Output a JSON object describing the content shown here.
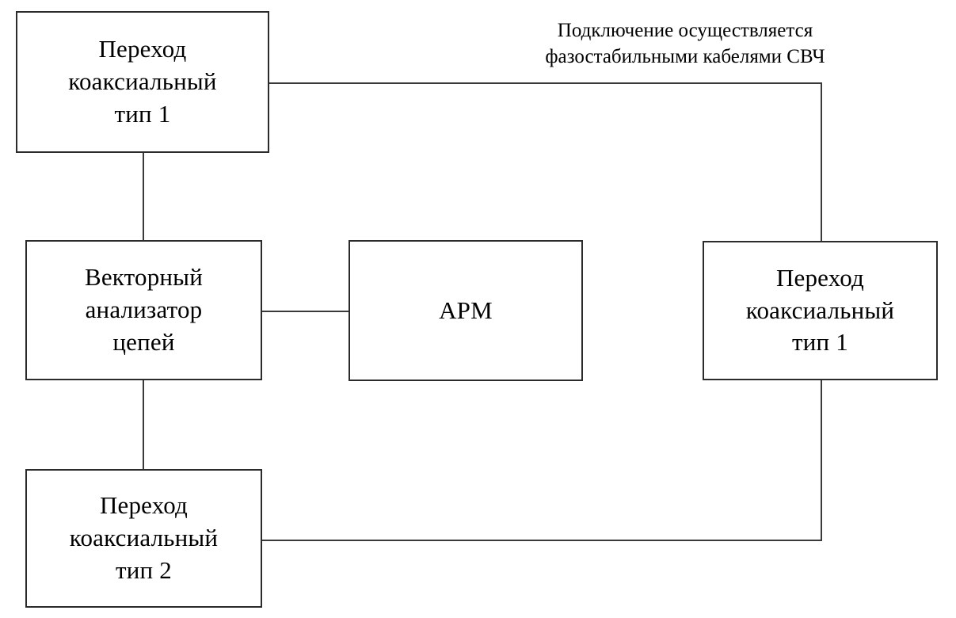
{
  "diagram": {
    "title_caption": "Подключение осуществляется\nфазостабильными кабелями СВЧ",
    "nodes": [
      {
        "id": "coax-top-left",
        "label": "Переход\nкоаксиальный\nтип 1"
      },
      {
        "id": "vna",
        "label": "Векторный\nанализатор\nцепей"
      },
      {
        "id": "arm",
        "label": "АРМ"
      },
      {
        "id": "coax-right",
        "label": "Переход\nкоаксиальный\nтип 1"
      },
      {
        "id": "coax-bottom-left",
        "label": "Переход\nкоаксиальный\nтип 2"
      }
    ],
    "colors": {
      "background": "#ffffff",
      "box_border": "#2b2b2b",
      "edge": "#3a3a3a",
      "text": "#000000"
    }
  }
}
